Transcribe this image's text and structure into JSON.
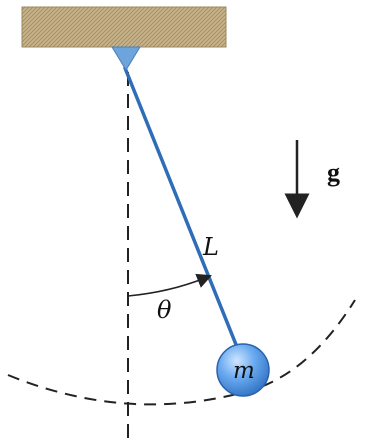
{
  "diagram": {
    "labels": {
      "length": "L",
      "angle": "θ",
      "mass": "m",
      "gravity": "g"
    },
    "icons": {
      "ceiling": "hatched-ceiling-support",
      "pivot": "triangular-pivot-icon",
      "gravity_arrow": "down-arrow-icon"
    },
    "colors": {
      "ceiling_fill": "#c8b48c",
      "ceiling_hatch": "#a08a60",
      "rod": "#2f6db8",
      "bob": "#4f93dd",
      "bob_highlight": "#cfe6ff",
      "pivot": "#6ea4dc",
      "lines": "#222222"
    }
  }
}
